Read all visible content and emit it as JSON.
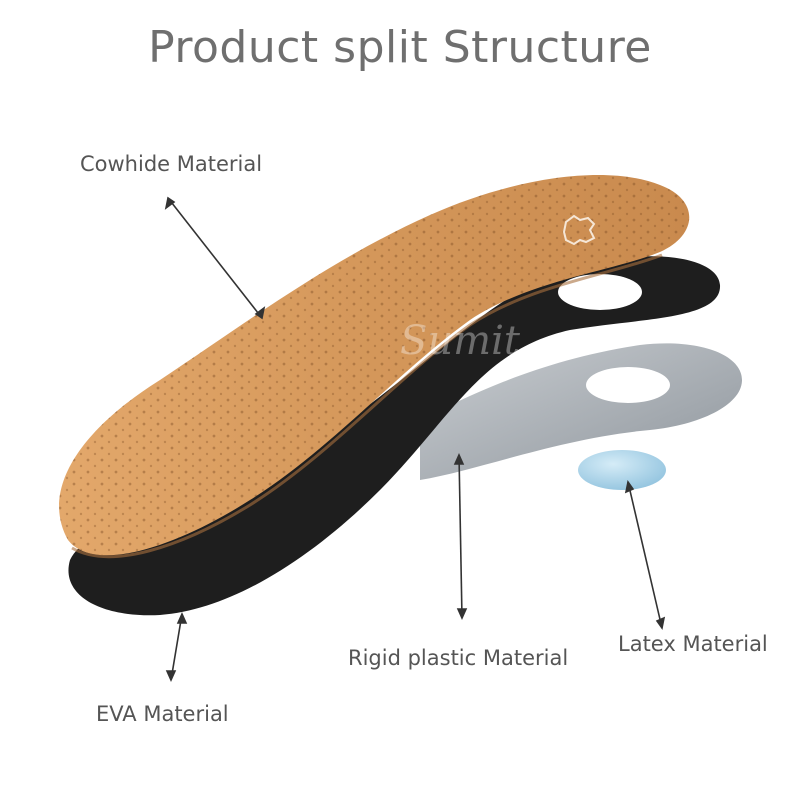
{
  "title": "Product split Structure",
  "labels": {
    "cowhide": "Cowhide Material",
    "eva": "EVA Material",
    "rigid": "Rigid plastic Material",
    "latex": "Latex Material"
  },
  "watermark": "Sumit",
  "colors": {
    "title": "#6f6f6f",
    "label": "#555555",
    "leather": "#d79a5c",
    "eva": "#1e1e1e",
    "plastic": "#aab0b6",
    "latex": "#a9d3ea",
    "arrow": "#333333"
  }
}
